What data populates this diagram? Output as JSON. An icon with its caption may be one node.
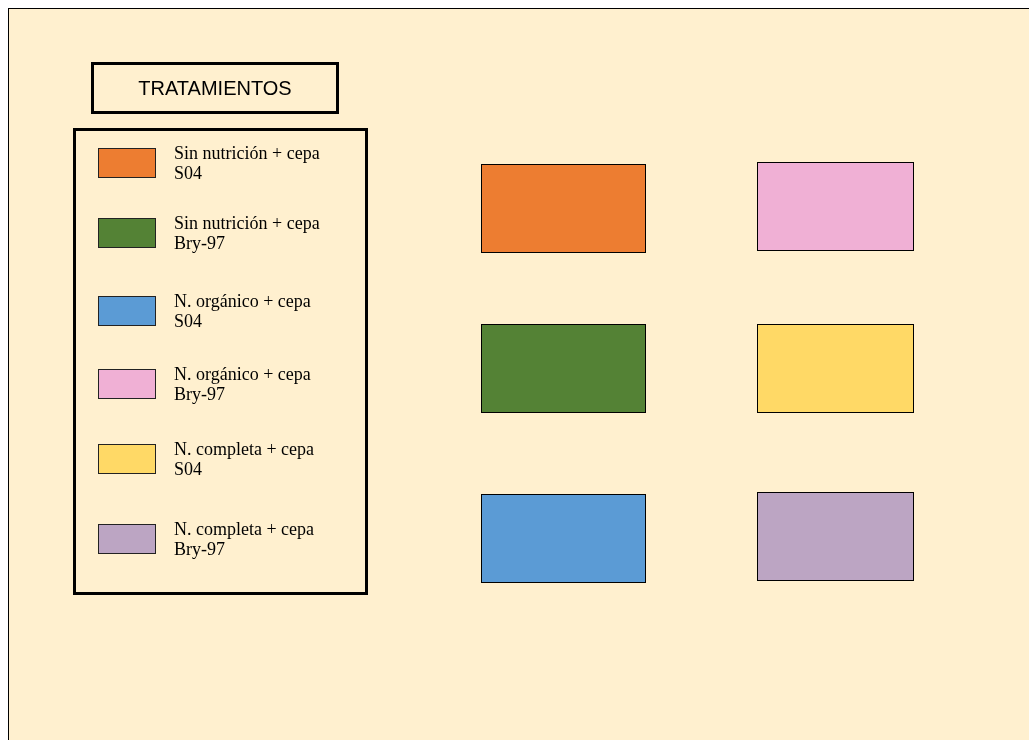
{
  "diagram": {
    "nodes": [
      {
        "text": [
          "TRATAMIENTOS"
        ]
      },
      {
        "text": [],
        "shape": "box"
      },
      {
        "text": [],
        "shape": "box"
      },
      {
        "text": [],
        "shape": "box"
      },
      {
        "text": [],
        "shape": "box"
      },
      {
        "text": [],
        "shape": "box"
      },
      {
        "text": [],
        "shape": "box"
      }
    ],
    "edges": [],
    "legend": [
      {
        "text": "Sin nutrición + cepa S04",
        "color": "#ed7d31"
      },
      {
        "text": "Sin nutrición + cepa Bry-97",
        "color": "#548235"
      },
      {
        "text": "N. orgánico + cepa S04",
        "color": "#5b9bd5"
      },
      {
        "text": "N. orgánico + cepa Bry-97",
        "color": "#f0b0d5"
      },
      {
        "text": "N. completa + cepa S04",
        "color": "#ffd966"
      },
      {
        "text": "N. completa + cepa Bry-97",
        "color": "#bca5c3"
      }
    ]
  }
}
